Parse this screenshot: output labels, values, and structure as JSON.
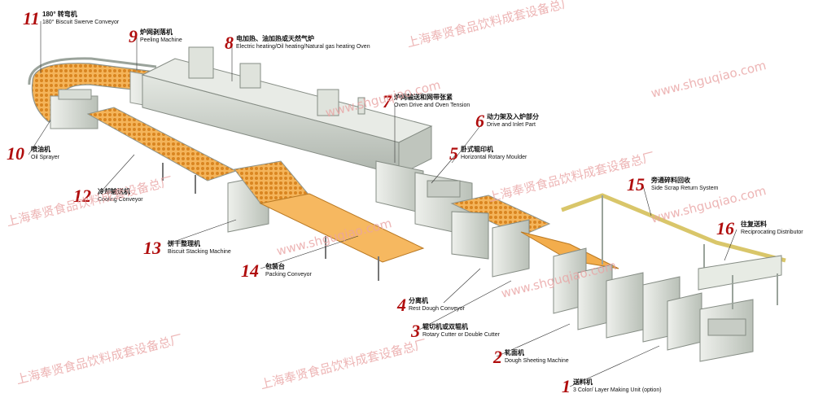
{
  "labels": [
    {
      "num": "11",
      "cn": "180° 转弯机",
      "en": "180° Biscuit Swerve Conveyor"
    },
    {
      "num": "9",
      "cn": "炉网剥落机",
      "en": "Peeling Machine"
    },
    {
      "num": "8",
      "cn": "电加热、油加热或天然气炉",
      "en": "Electric heating/Oil heating/Natural gas heating Oven"
    },
    {
      "num": "7",
      "cn": "炉网输送和网带张紧",
      "en": "Oven Drive and Oven Tension"
    },
    {
      "num": "6",
      "cn": "动力架及入炉部分",
      "en": "Drive and Inlet Part"
    },
    {
      "num": "5",
      "cn": "卧式辊印机",
      "en": "Horizontal Rotary Moulder"
    },
    {
      "num": "10",
      "cn": "喷油机",
      "en": "Oil Sprayer"
    },
    {
      "num": "12",
      "cn": "冷却输送机",
      "en": "Cooling Conveyor"
    },
    {
      "num": "13",
      "cn": "饼干整理机",
      "en": "Biscuit Stacking Machine"
    },
    {
      "num": "14",
      "cn": "包装台",
      "en": "Packing Conveyor"
    },
    {
      "num": "15",
      "cn": "旁通碎料回收",
      "en": "Side Scrap Return System"
    },
    {
      "num": "16",
      "cn": "往复送料",
      "en": "Reciprocating Distributor"
    },
    {
      "num": "4",
      "cn": "分离机",
      "en": "Rest Dough Conveyor"
    },
    {
      "num": "3",
      "cn": "辊切机或双辊机",
      "en": "Rotary Cutter or Double Cutter"
    },
    {
      "num": "2",
      "cn": "轧面机",
      "en": "Dough Sheeting Machine"
    },
    {
      "num": "1",
      "cn": "送料机",
      "en": "3 Color/ Layer Making Unit (option)"
    }
  ],
  "watermarks": [
    "上海奉贤食品饮料成套设备总厂",
    "www.shguqiao.com"
  ],
  "colors": {
    "frame": "#d7dcd6",
    "frame_dark": "#9aa39b",
    "oven": "#c9cfc7",
    "belt": "#f1a23a",
    "biscuit": "#e9952f",
    "accent": "#b00d0d",
    "watermark": "#e9a3a3"
  }
}
